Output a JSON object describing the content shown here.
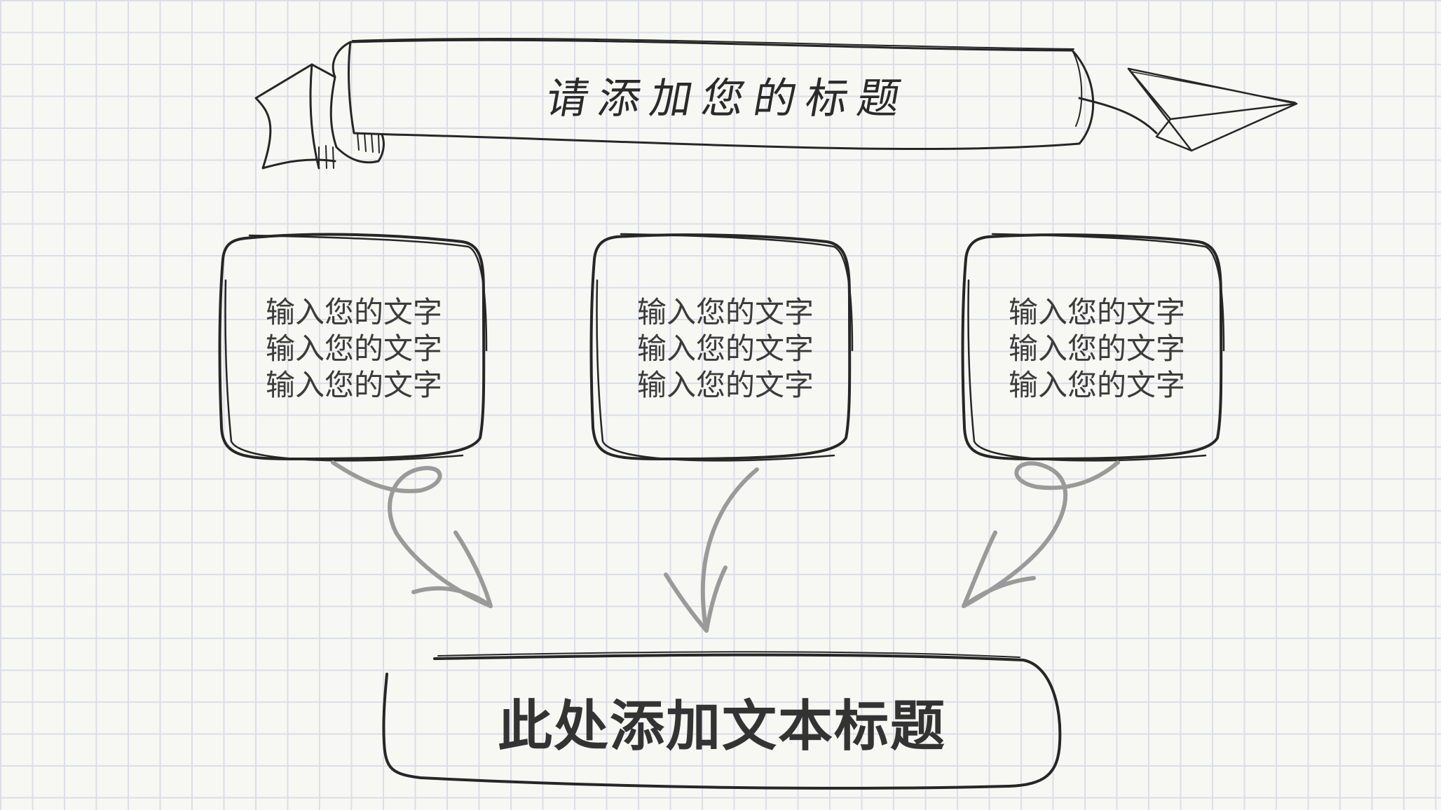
{
  "title": "请添加您的标题",
  "boxes": [
    {
      "lines": [
        "输入您的文字",
        "输入您的文字",
        "输入您的文字"
      ]
    },
    {
      "lines": [
        "输入您的文字",
        "输入您的文字",
        "输入您的文字"
      ]
    },
    {
      "lines": [
        "输入您的文字",
        "输入您的文字",
        "输入您的文字"
      ]
    }
  ],
  "bottom_title": "此处添加文本标题",
  "colors": {
    "ink": "#262626",
    "arrow": "#9a9a9a",
    "grid": "#dcdde9",
    "paper": "#f7f8f3"
  }
}
